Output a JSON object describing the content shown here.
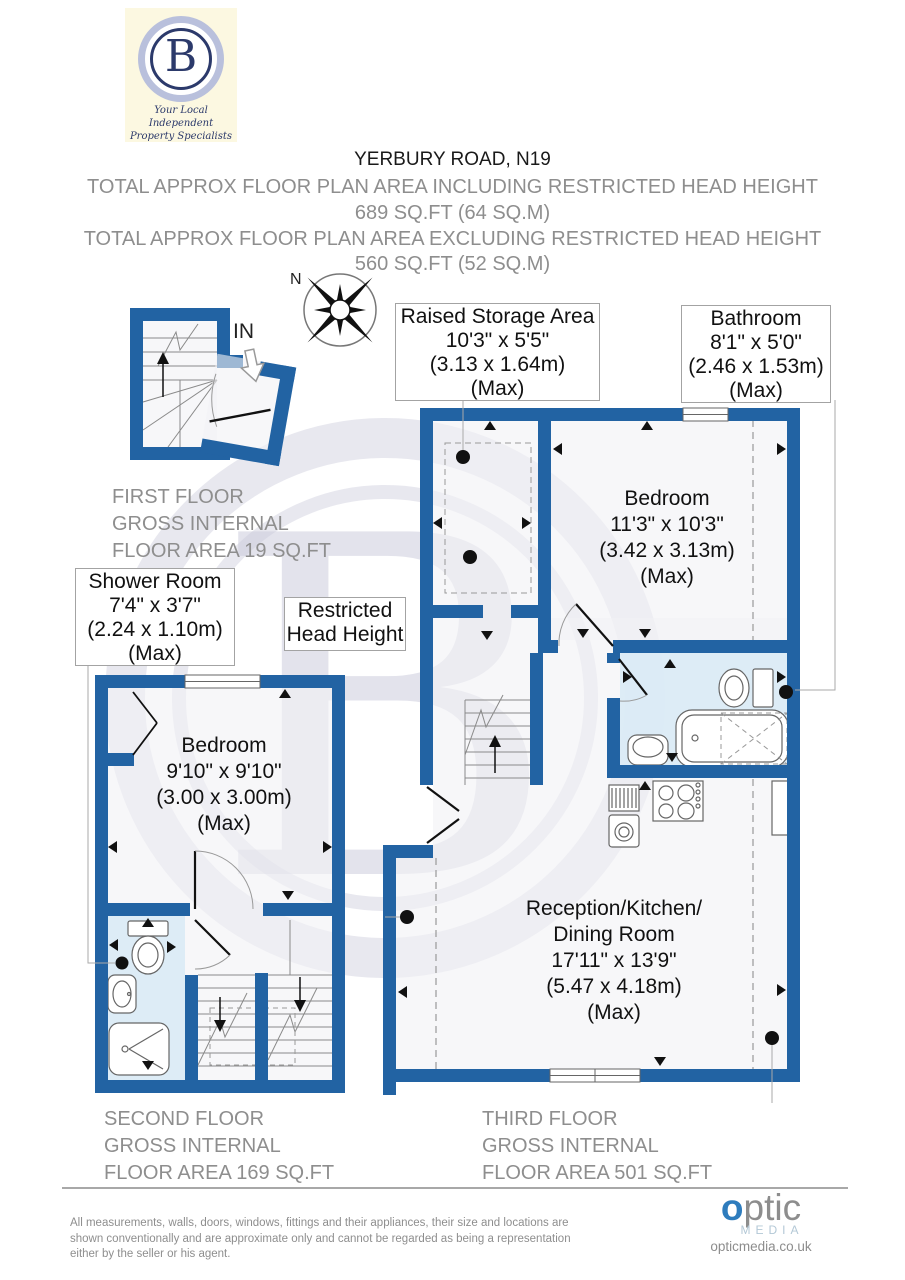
{
  "branding": {
    "logo_letter": "B",
    "tagline_line1": "Your Local Independent",
    "tagline_line2": "Property Specialists"
  },
  "header": {
    "title": "YERBURY ROAD, N19",
    "including_line": "TOTAL APPROX FLOOR PLAN AREA INCLUDING RESTRICTED HEAD HEIGHT",
    "including_area": "689 SQ.FT (64 SQ.M)",
    "excluding_line": "TOTAL APPROX FLOOR PLAN AREA EXCLUDING RESTRICTED HEAD HEIGHT",
    "excluding_area": "560 SQ.FT (52 SQ.M)"
  },
  "compass": {
    "north_label": "N"
  },
  "entrance_label": "IN",
  "rooms": {
    "raised_storage": {
      "name": "Raised Storage Area",
      "imperial": "10'3\" x 5'5\"",
      "metric": "(3.13 x 1.64m)",
      "max": "(Max)"
    },
    "bathroom": {
      "name": "Bathroom",
      "imperial": "8'1\" x 5'0\"",
      "metric": "(2.46 x 1.53m)",
      "max": "(Max)"
    },
    "bedroom_third": {
      "name": "Bedroom",
      "imperial": "11'3\" x 10'3\"",
      "metric": "(3.42 x 3.13m)",
      "max": "(Max)"
    },
    "shower_room": {
      "name": "Shower Room",
      "imperial": "7'4\" x 3'7\"",
      "metric": "(2.24 x 1.10m)",
      "max": "(Max)"
    },
    "restricted_head_height": {
      "line1": "Restricted",
      "line2": "Head Height"
    },
    "bedroom_second": {
      "name": "Bedroom",
      "imperial": "9'10\" x 9'10\"",
      "metric": "(3.00 x 3.00m)",
      "max": "(Max)"
    },
    "reception": {
      "name_line1": "Reception/Kitchen/",
      "name_line2": "Dining Room",
      "imperial": "17'11\" x 13'9\"",
      "metric": "(5.47 x 4.18m)",
      "max": "(Max)"
    }
  },
  "floor_captions": {
    "first": {
      "line1": "FIRST FLOOR",
      "line2": "GROSS INTERNAL",
      "line3": "FLOOR AREA 19 SQ.FT"
    },
    "second": {
      "line1": "SECOND FLOOR",
      "line2": "GROSS INTERNAL",
      "line3": "FLOOR AREA 169 SQ.FT"
    },
    "third": {
      "line1": "THIRD FLOOR",
      "line2": "GROSS INTERNAL",
      "line3": "FLOOR AREA 501 SQ.FT"
    }
  },
  "footer": {
    "disclaimer_line1": "All measurements, walls, doors, windows, fittings and their appliances, their size and locations are",
    "disclaimer_line2": "shown conventionally and are approximate only and cannot be regarded as being a representation",
    "disclaimer_line3": "either by the seller or his agent.",
    "media_logo_o": "o",
    "media_logo_rest": "ptic",
    "media_logo_sub": "MEDIA",
    "media_url": "opticmedia.co.uk"
  },
  "colors": {
    "wall_blue": "#2263a3",
    "bath_floor": "#d8eaf6",
    "floor": "#f1f2f5",
    "watermark": "#cbcbdc",
    "accent_blue": "#2e7cbd",
    "text_gray": "#8e8e8e"
  }
}
